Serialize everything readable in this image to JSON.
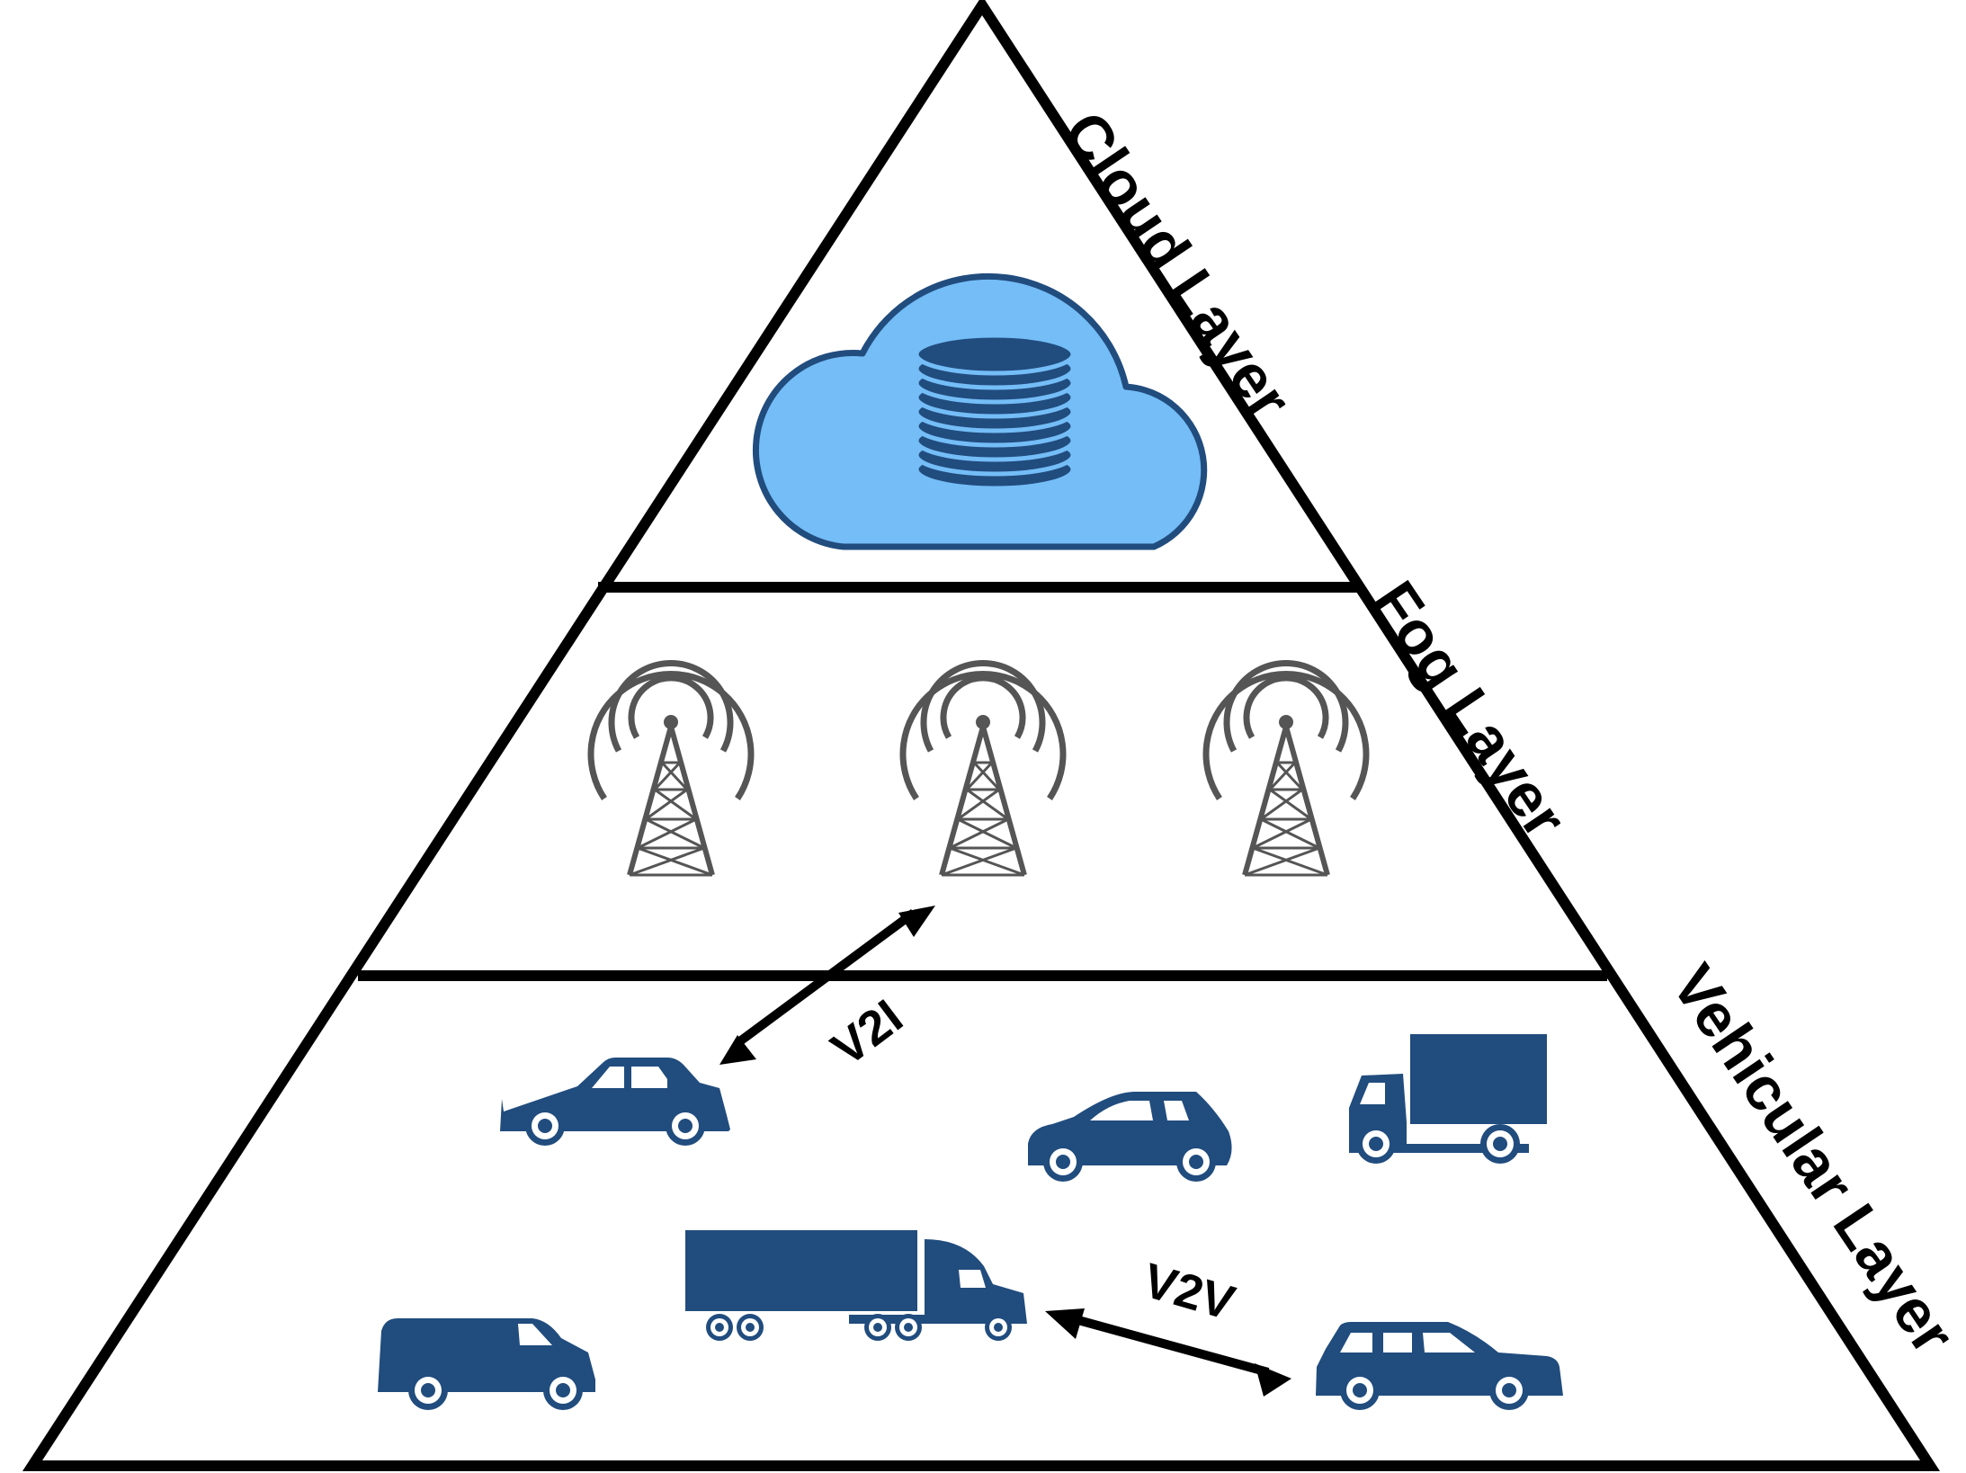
{
  "layers": {
    "cloud": {
      "label": "Cloud Layer"
    },
    "fog": {
      "label": "Fog Layer"
    },
    "vehicular": {
      "label": "Vehicular Layer"
    }
  },
  "links": {
    "v2i": {
      "label": "V2I"
    },
    "v2v": {
      "label": "V2V"
    }
  },
  "colors": {
    "outline": "#000000",
    "cloud_fill": "#74bdf7",
    "vehicle_fill": "#214c7e",
    "tower_stroke": "#555555"
  },
  "icons": {
    "cloud": "cloud-database-icon",
    "fog": "radio-tower-icon",
    "vehicles": [
      "sedan-icon",
      "hatchback-icon",
      "box-truck-icon",
      "van-icon",
      "semi-truck-icon",
      "station-wagon-icon"
    ]
  }
}
